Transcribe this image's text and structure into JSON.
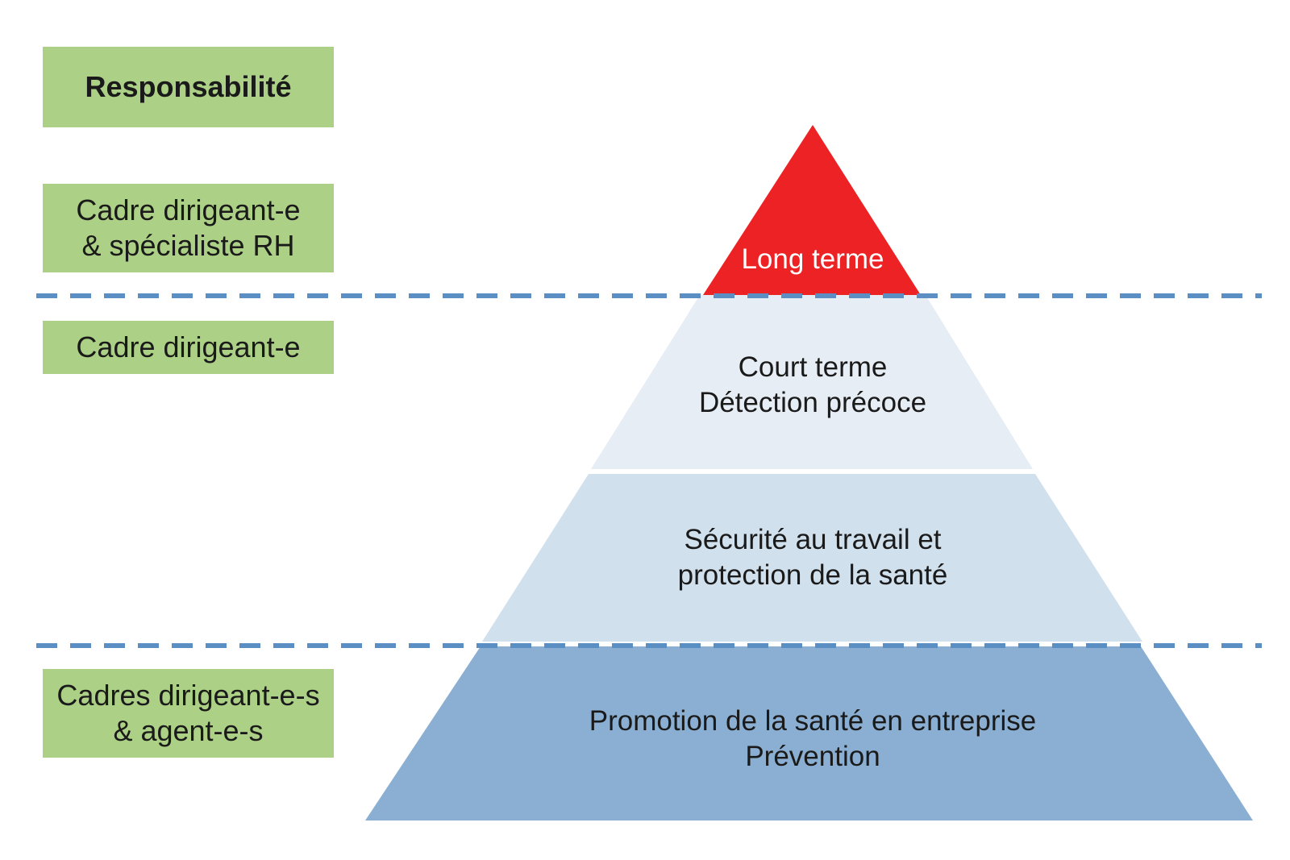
{
  "responsibility": {
    "header": "Responsabilité",
    "levels": [
      "Cadre dirigeant-e\n& spécialiste RH",
      "Cadre dirigeant-e",
      "Cadres dirigeant-e-s\n& agent-e-s"
    ]
  },
  "pyramid": {
    "tiers": [
      {
        "label": "Long terme",
        "color": "#ec2224",
        "text_color": "#ffffff"
      },
      {
        "label": "Court terme\nDétection précoce",
        "color": "#e6edf4",
        "text_color": "#1a1a1a"
      },
      {
        "label": "Sécurité au travail et\nprotection de la santé",
        "color": "#d1e0ed",
        "text_color": "#1a1a1a"
      },
      {
        "label": "Promotion de la santé en entreprise\nPrévention",
        "color": "#8aafd2",
        "text_color": "#1a1a1a"
      }
    ]
  },
  "colors": {
    "label_box": "#acd186",
    "divider": "#5b8fc4"
  }
}
